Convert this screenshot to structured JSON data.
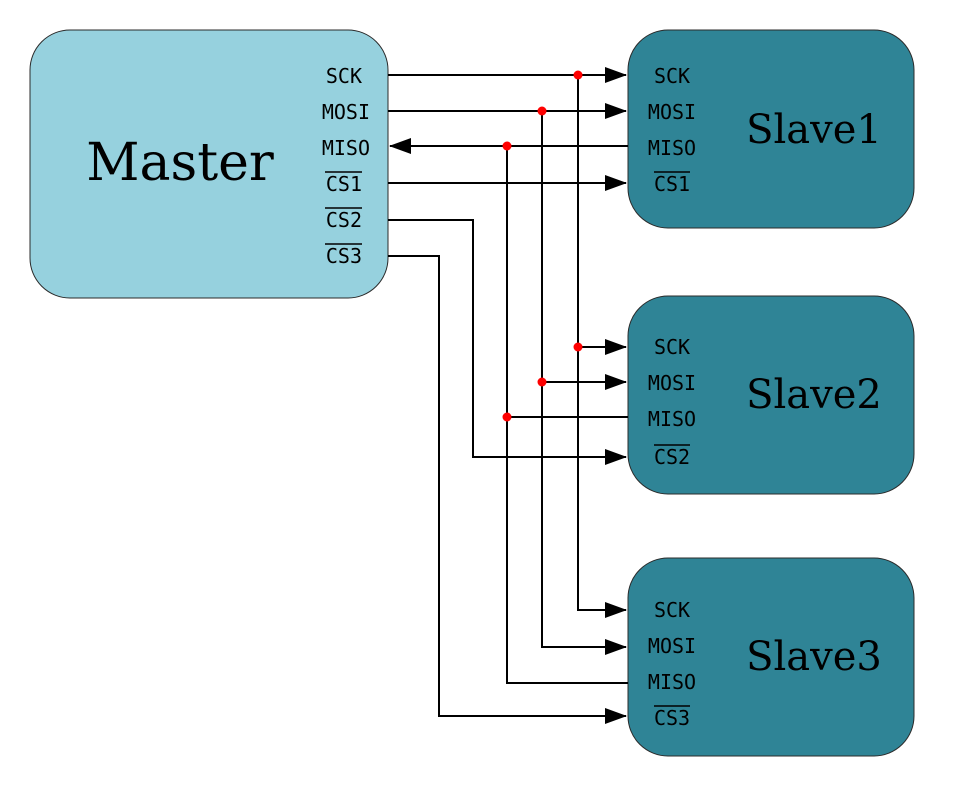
{
  "colors": {
    "master_fill": "#96d1de",
    "slave_fill": "#2f8496",
    "junction": "#ff0000",
    "wire": "#000000"
  },
  "master": {
    "title": "Master",
    "pins": [
      "SCK",
      "MOSI",
      "MISO",
      "CS1",
      "CS2",
      "CS3"
    ]
  },
  "slaves": [
    {
      "title": "Slave1",
      "pins": [
        "SCK",
        "MOSI",
        "MISO",
        "CS1"
      ]
    },
    {
      "title": "Slave2",
      "pins": [
        "SCK",
        "MOSI",
        "MISO",
        "CS2"
      ]
    },
    {
      "title": "Slave3",
      "pins": [
        "SCK",
        "MOSI",
        "MISO",
        "CS3"
      ]
    }
  ]
}
